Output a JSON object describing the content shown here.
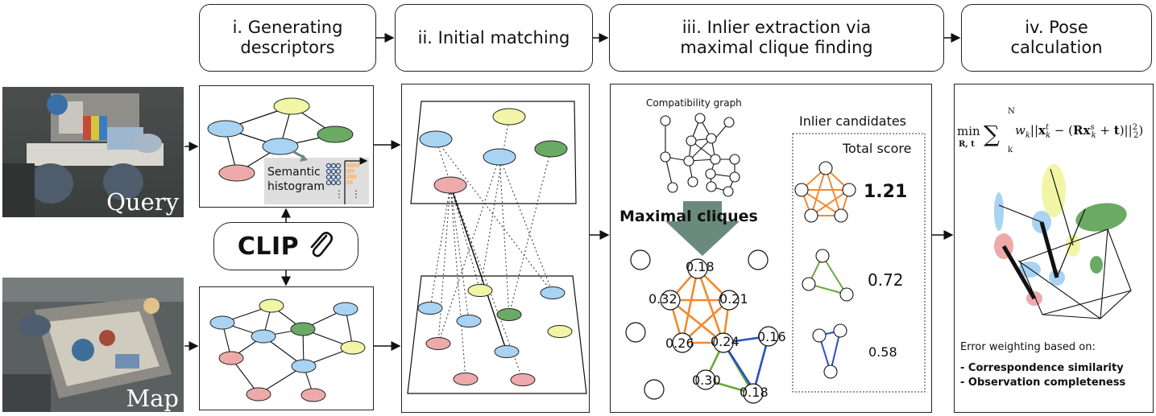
{
  "stages": [
    {
      "label": "i. Generating\ndescriptors"
    },
    {
      "label": "ii. Initial matching"
    },
    {
      "label": "iii. Inlier extraction via\nmaximal clique finding"
    },
    {
      "label": "iv. Pose\ncalculation"
    }
  ],
  "inputs": {
    "query_label": "Query",
    "map_label": "Map"
  },
  "descriptor": {
    "histogram_label": "Semantic\nhistogram",
    "clip_label": "CLIP"
  },
  "inlier": {
    "compat_graph_title": "Compatibility graph",
    "maximal_cliques_label": "Maximal cliques",
    "clique_weights": [
      "0.18",
      "0.32",
      "0.21",
      "0.26",
      "0.24",
      "0.16",
      "0.30",
      "0.18"
    ],
    "candidates_title": "Inlier candidates",
    "total_score_label": "Total score",
    "scores": [
      "1.21",
      "0.72",
      "0.58"
    ]
  },
  "pose": {
    "formula": {
      "min": "min",
      "sub": "R, t",
      "sum_top": "N",
      "sum_bottom": "k"
    },
    "error_title": "Error weighting based on:",
    "bullets": [
      "- Correspondence similarity",
      "- Observation completeness"
    ]
  },
  "colors": {
    "node_blue": "#a9d3f2",
    "node_yellow": "#f2f5a5",
    "node_green": "#6aaa64",
    "node_red": "#eeaaaa",
    "clique_orange": "#f08a30",
    "clique_green": "#6aa838",
    "clique_blue": "#2a50c0",
    "arrow_gray": "#6a8a7e"
  }
}
